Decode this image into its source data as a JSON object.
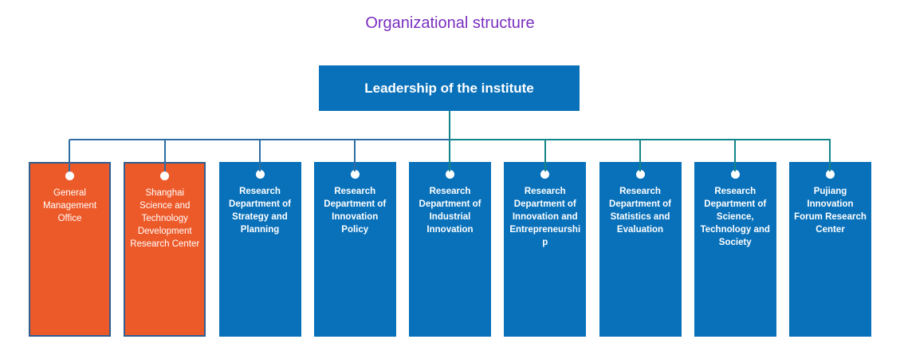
{
  "title": "Organizational structure",
  "colors": {
    "title": "#7A2FC0",
    "node-blue": "#0971BA",
    "node-orange": "#ED5A29",
    "orange-border": "#2F5E91",
    "line-blue": "#2E6DA4",
    "line-teal": "#12858A",
    "dot": "#FFFFFF"
  },
  "org": {
    "root": {
      "label": "Leadership of the institute"
    },
    "children": [
      {
        "label": "General Management Office",
        "variant": "orange"
      },
      {
        "label": "Shanghai Science and Technology Development Research Center",
        "variant": "orange"
      },
      {
        "label": "Research Department of Strategy and Planning",
        "variant": "blue"
      },
      {
        "label": "Research Department of Innovation Policy",
        "variant": "blue"
      },
      {
        "label": "Research Department of Industrial Innovation",
        "variant": "blue"
      },
      {
        "label": "Research Department of Innovation and Entrepreneurship",
        "variant": "blue"
      },
      {
        "label": "Research Department of Statistics and Evaluation",
        "variant": "blue"
      },
      {
        "label": "Research Department of Science, Technology and Society",
        "variant": "blue"
      },
      {
        "label": "Pujiang Innovation Forum Research Center",
        "variant": "blue"
      }
    ]
  }
}
